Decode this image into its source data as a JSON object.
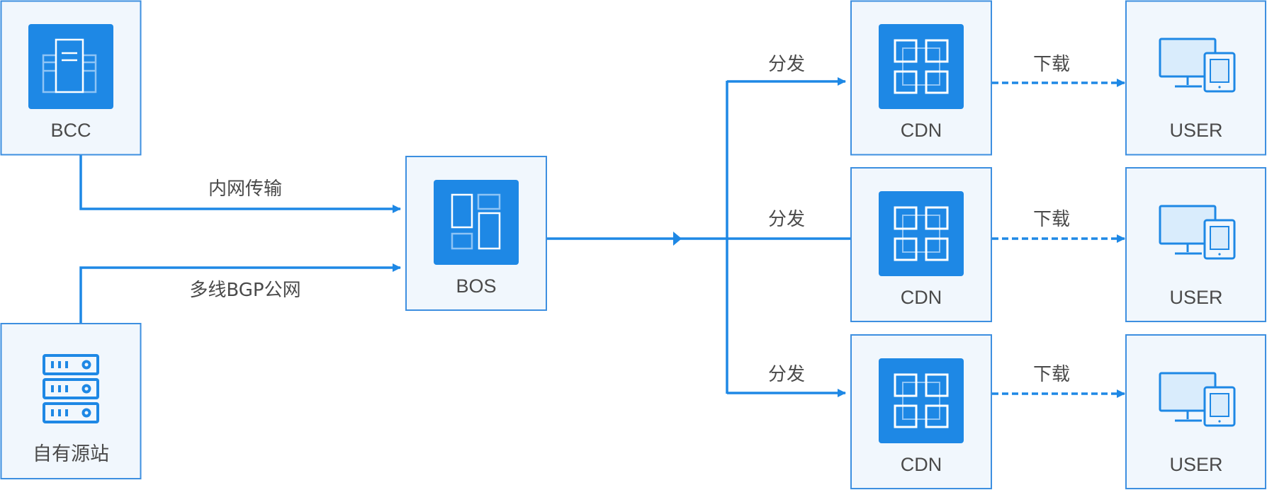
{
  "colors": {
    "accent": "#1e88e5",
    "box_fill": "#f1f7fd",
    "box_border": "#3d8fe0",
    "text": "#4a4a4a",
    "icon_light": "#d9ecfc"
  },
  "nodes": {
    "bcc": {
      "label": "BCC",
      "icon": "server-icon"
    },
    "origin": {
      "label": "自有源站",
      "icon": "server-rack-icon"
    },
    "bos": {
      "label": "BOS",
      "icon": "storage-icon"
    },
    "cdn": [
      {
        "label": "CDN",
        "icon": "cdn-grid-icon"
      },
      {
        "label": "CDN",
        "icon": "cdn-grid-icon"
      },
      {
        "label": "CDN",
        "icon": "cdn-grid-icon"
      }
    ],
    "users": [
      {
        "label": "USER",
        "icon": "devices-icon"
      },
      {
        "label": "USER",
        "icon": "devices-icon"
      },
      {
        "label": "USER",
        "icon": "devices-icon"
      }
    ]
  },
  "edges": {
    "bcc_to_bos": "内网传输",
    "origin_to_bos": "多线BGP公网",
    "distribute": [
      "分发",
      "分发",
      "分发"
    ],
    "download": [
      "下载",
      "下载",
      "下载"
    ]
  }
}
